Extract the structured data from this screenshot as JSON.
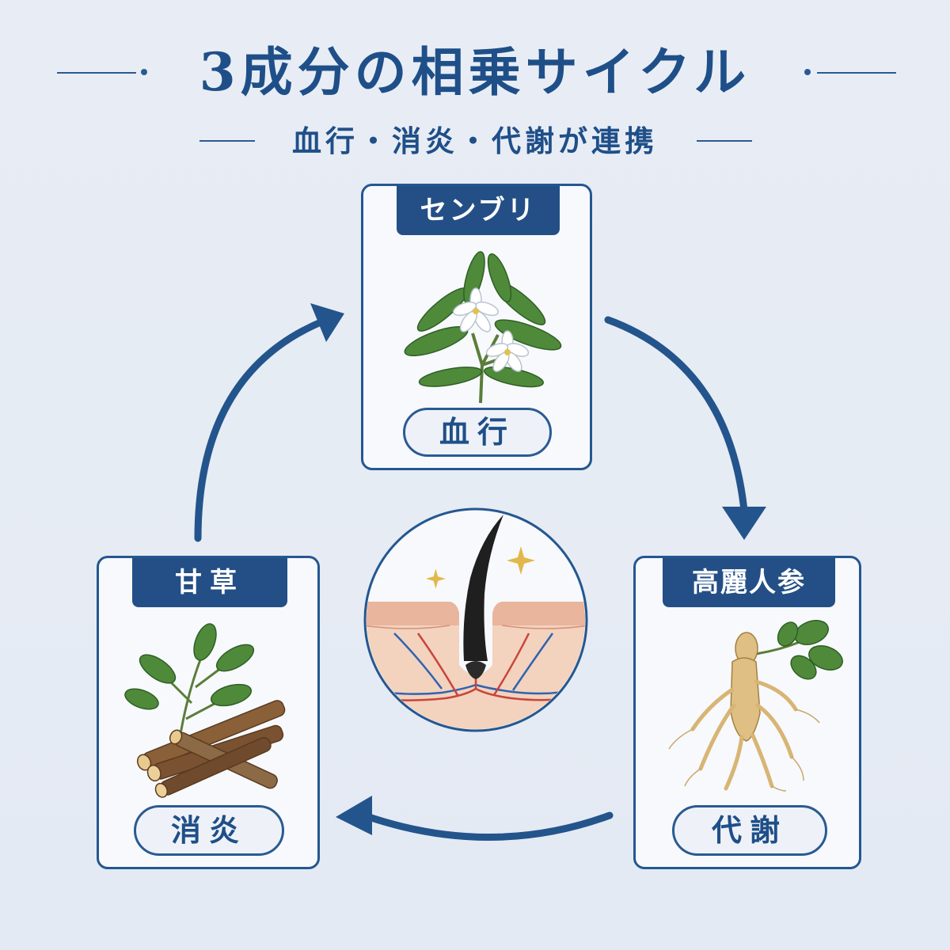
{
  "header": {
    "title": "3成分の相乗サイクル",
    "subtitle": "血行・消炎・代謝が連携"
  },
  "cards": [
    {
      "name": "センブリ",
      "effect": "血行"
    },
    {
      "name": "甘草",
      "effect": "消炎"
    },
    {
      "name": "高麗人参",
      "effect": "代謝"
    }
  ],
  "colors": {
    "primary": "#234f86",
    "background": "#e6ecf4",
    "leaf": "#4f8a3a",
    "root": "#7a5232"
  },
  "icons": [
    "sparkle-icon",
    "hair-follicle-icon",
    "swertia-plant-icon",
    "licorice-root-icon",
    "ginseng-root-icon"
  ]
}
